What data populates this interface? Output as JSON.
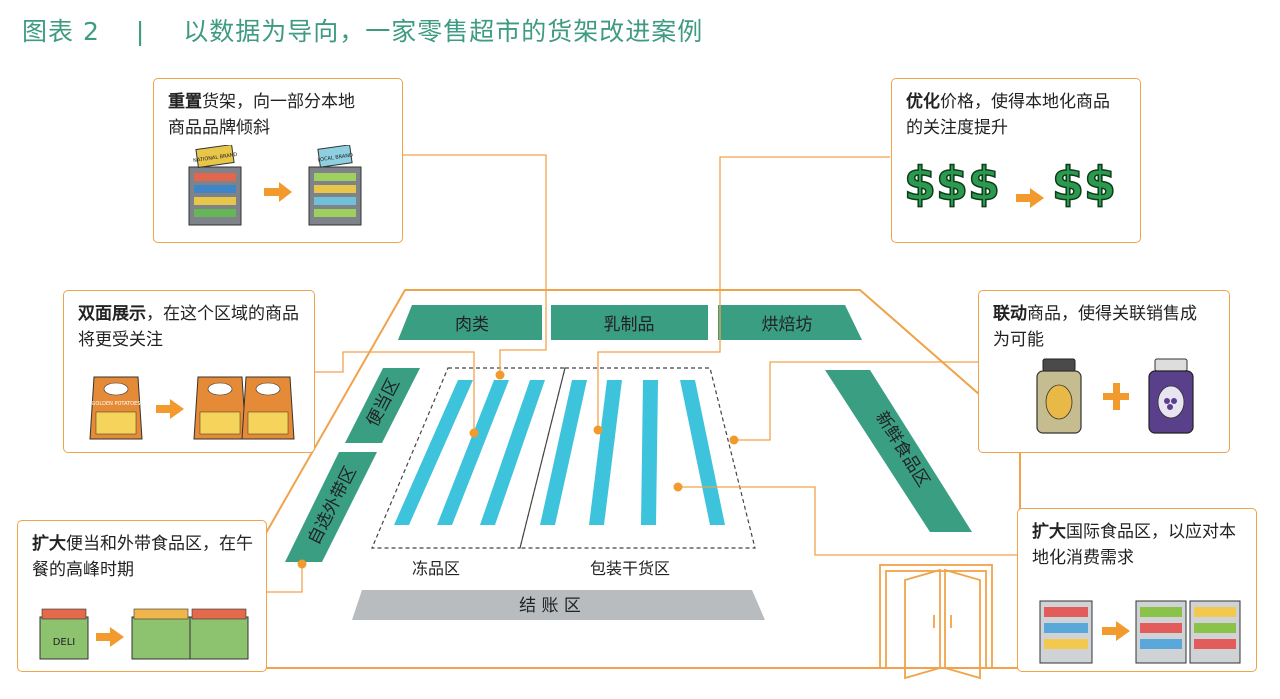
{
  "title": {
    "prefix": "图表 2",
    "separator": "|",
    "text": "以数据为导向，一家零售超市的货架改进案例"
  },
  "zones": {
    "meat": "肉类",
    "dairy": "乳制品",
    "bakery": "烘焙坊",
    "convenience": "便当区",
    "takeaway": "自选外带区",
    "fresh": "新鲜食品区",
    "frozen": "冻品区",
    "packaged": "包装干货区",
    "checkout": "结 账 区"
  },
  "callouts": {
    "reset": {
      "bold": "重置",
      "rest": "货架，向一部分本地商品品牌倾斜"
    },
    "price": {
      "bold": "优化",
      "rest": "价格，使得本地化商品的关注度提升"
    },
    "double": {
      "bold": "双面展示",
      "rest": "，在这个区域的商品将更受关注"
    },
    "link": {
      "bold": "联动",
      "rest": "商品，使得关联销售成为可能"
    },
    "deli": {
      "bold": "扩大",
      "rest": "便当和外带食品区，在午餐的高峰时期"
    },
    "intl": {
      "bold": "扩大",
      "rest": "国际食品区，以应对本地化消费需求"
    }
  },
  "illustrations": {
    "national_brand": "NATIONAL BRAND",
    "local_brand": "LOCAL BRAND",
    "chips_brand": "GOLDEN POTATOES",
    "deli": "DELI",
    "money_before": "$$$",
    "money_after": "$$"
  },
  "colors": {
    "title": "#3f9a82",
    "zone": "#3a9e82",
    "aisle": "#3ec3dc",
    "checkout": "#b9bcbf",
    "callout_border": "#f0a34a",
    "arrow": "#f39a2e"
  }
}
